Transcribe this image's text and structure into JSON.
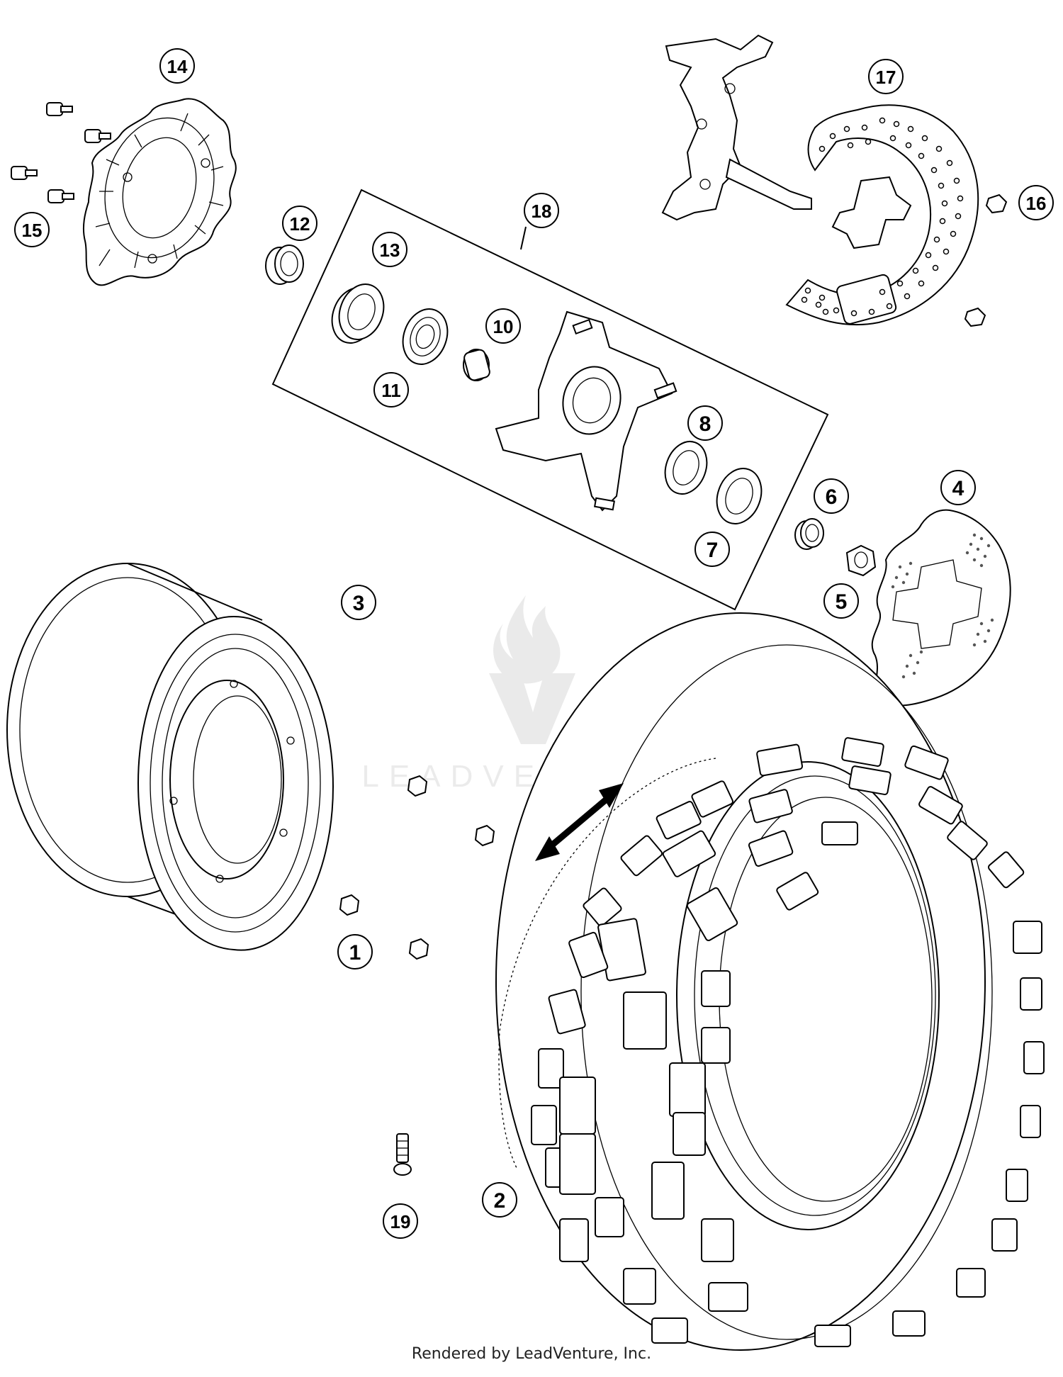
{
  "callouts": [
    {
      "label": "1"
    },
    {
      "label": "2"
    },
    {
      "label": "3"
    },
    {
      "label": "4"
    },
    {
      "label": "5"
    },
    {
      "label": "6"
    },
    {
      "label": "7"
    },
    {
      "label": "8"
    },
    {
      "label": "10"
    },
    {
      "label": "11"
    },
    {
      "label": "12"
    },
    {
      "label": "13"
    },
    {
      "label": "14"
    },
    {
      "label": "15"
    },
    {
      "label": "16"
    },
    {
      "label": "17"
    },
    {
      "label": "18"
    },
    {
      "label": "19"
    }
  ],
  "watermark": {
    "text": "LEADVENTURE"
  },
  "footer": {
    "text": "Rendered by LeadVenture, Inc."
  }
}
